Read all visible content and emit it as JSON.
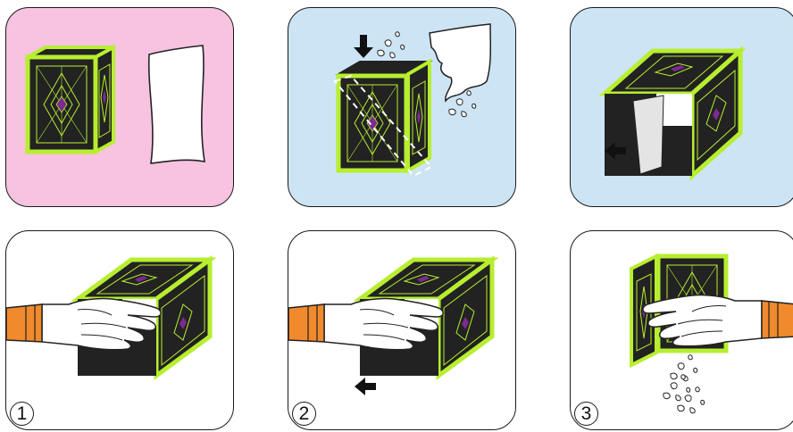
{
  "colors": {
    "pink": "#f7c3e0",
    "blue": "#cde4f4",
    "white": "#ffffff",
    "lime": "#b7ee2f",
    "box_face": "#222222",
    "purple": "#7d2a93",
    "glove": "#ffffff",
    "sleeve": "#f08a2c"
  },
  "panels": [
    {
      "id": "panel-1",
      "background": "pink",
      "step": ""
    },
    {
      "id": "panel-2",
      "background": "blue",
      "step": ""
    },
    {
      "id": "panel-3",
      "background": "blue",
      "step": ""
    },
    {
      "id": "panel-4",
      "background": "white",
      "step": "1"
    },
    {
      "id": "panel-5",
      "background": "white",
      "step": "2"
    },
    {
      "id": "panel-6",
      "background": "white",
      "step": "3"
    }
  ]
}
